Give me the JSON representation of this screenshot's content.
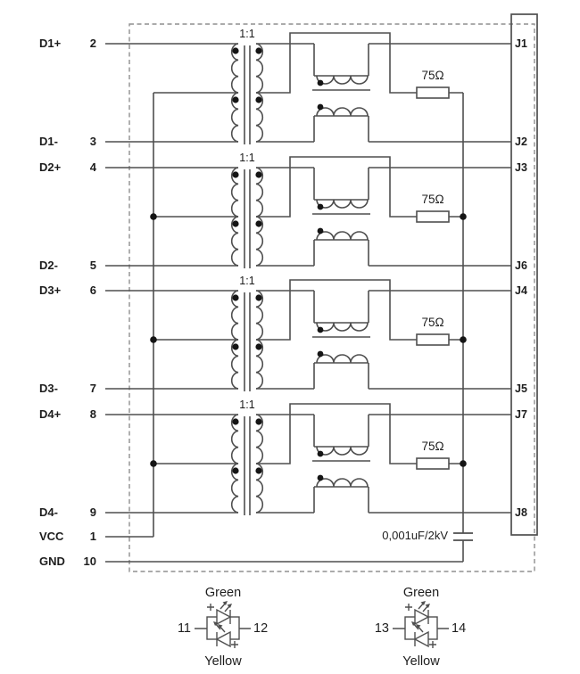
{
  "left_pins": [
    {
      "name": "D1+",
      "pin": "2"
    },
    {
      "name": "D1-",
      "pin": "3"
    },
    {
      "name": "D2+",
      "pin": "4"
    },
    {
      "name": "D2-",
      "pin": "5"
    },
    {
      "name": "D3+",
      "pin": "6"
    },
    {
      "name": "D3-",
      "pin": "7"
    },
    {
      "name": "D4+",
      "pin": "8"
    },
    {
      "name": "D4-",
      "pin": "9"
    },
    {
      "name": "VCC",
      "pin": "1"
    },
    {
      "name": "GND",
      "pin": "10"
    }
  ],
  "connector": {
    "pins": [
      "J1",
      "J2",
      "J3",
      "J6",
      "J4",
      "J5",
      "J7",
      "J8"
    ]
  },
  "channels": [
    {
      "ratio": "1:1",
      "resistor": "75Ω"
    },
    {
      "ratio": "1:1",
      "resistor": "75Ω"
    },
    {
      "ratio": "1:1",
      "resistor": "75Ω"
    },
    {
      "ratio": "1:1",
      "resistor": "75Ω"
    }
  ],
  "capacitor": {
    "value": "0,001uF/2kV"
  },
  "leds": [
    {
      "left_pin": "11",
      "right_pin": "12",
      "top": "Green",
      "bottom": "Yellow"
    },
    {
      "left_pin": "13",
      "right_pin": "14",
      "top": "Green",
      "bottom": "Yellow"
    }
  ],
  "colors": {
    "line": "#4f4f4f",
    "text": "#1d1d1d",
    "dashed_border": "#8f8f8f",
    "background": "#ffffff"
  }
}
